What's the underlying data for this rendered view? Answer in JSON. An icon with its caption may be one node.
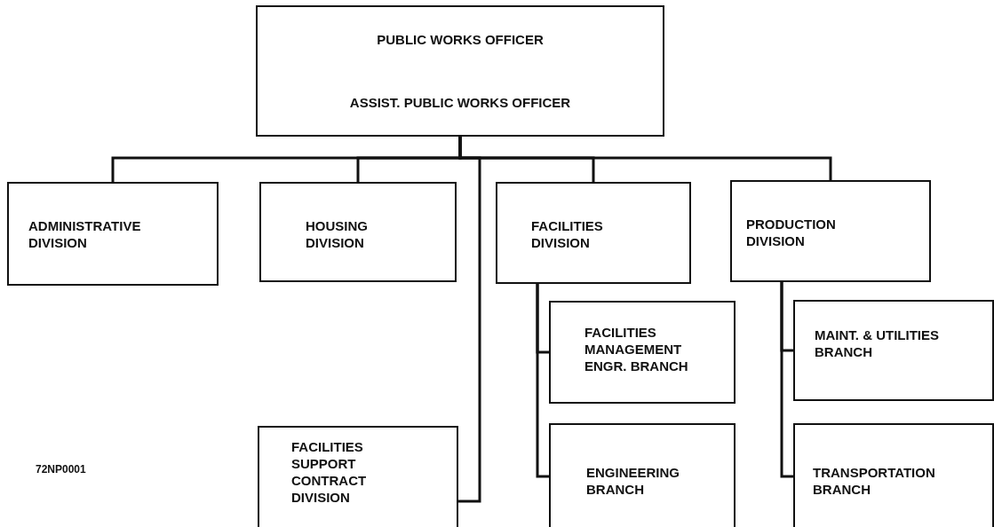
{
  "diagram": {
    "nodes": [
      {
        "text": [
          "PUBLIC WORKS OFFICER"
        ]
      },
      {
        "text": [
          "ASSIST. PUBLIC WORKS OFFICER"
        ]
      },
      {
        "text": [
          "ADMINISTRATIVE DIVISION"
        ]
      },
      {
        "text": [
          "HOUSING DIVISION"
        ]
      },
      {
        "text": [
          "FACILITIES DIVISION"
        ]
      },
      {
        "text": [
          "PRODUCTION DIVISION"
        ]
      },
      {
        "text": [
          "FACILITIES MANAGEMENT ENGR. BRANCH"
        ]
      },
      {
        "text": [
          "MAINT. & UTILITIES BRANCH"
        ]
      },
      {
        "text": [
          "FACILITIES SUPPORT CONTRACT DIVISION"
        ]
      },
      {
        "text": [
          "ENGINEERING BRANCH"
        ]
      },
      {
        "text": [
          "TRANSPORTATION BRANCH"
        ]
      }
    ],
    "edges": [
      {
        "from": 1,
        "to": 2,
        "arrow": "none"
      },
      {
        "from": 1,
        "to": 3,
        "arrow": "none"
      },
      {
        "from": 1,
        "to": 4,
        "arrow": "none"
      },
      {
        "from": 1,
        "to": 5,
        "arrow": "none"
      },
      {
        "from": 1,
        "to": 8,
        "arrow": "none"
      },
      {
        "from": 4,
        "to": 6,
        "arrow": "none"
      },
      {
        "from": 4,
        "to": 9,
        "arrow": "none"
      },
      {
        "from": 5,
        "to": 7,
        "arrow": "none"
      },
      {
        "from": 5,
        "to": 10,
        "arrow": "none"
      }
    ],
    "labels": [
      "72NP0001"
    ]
  }
}
